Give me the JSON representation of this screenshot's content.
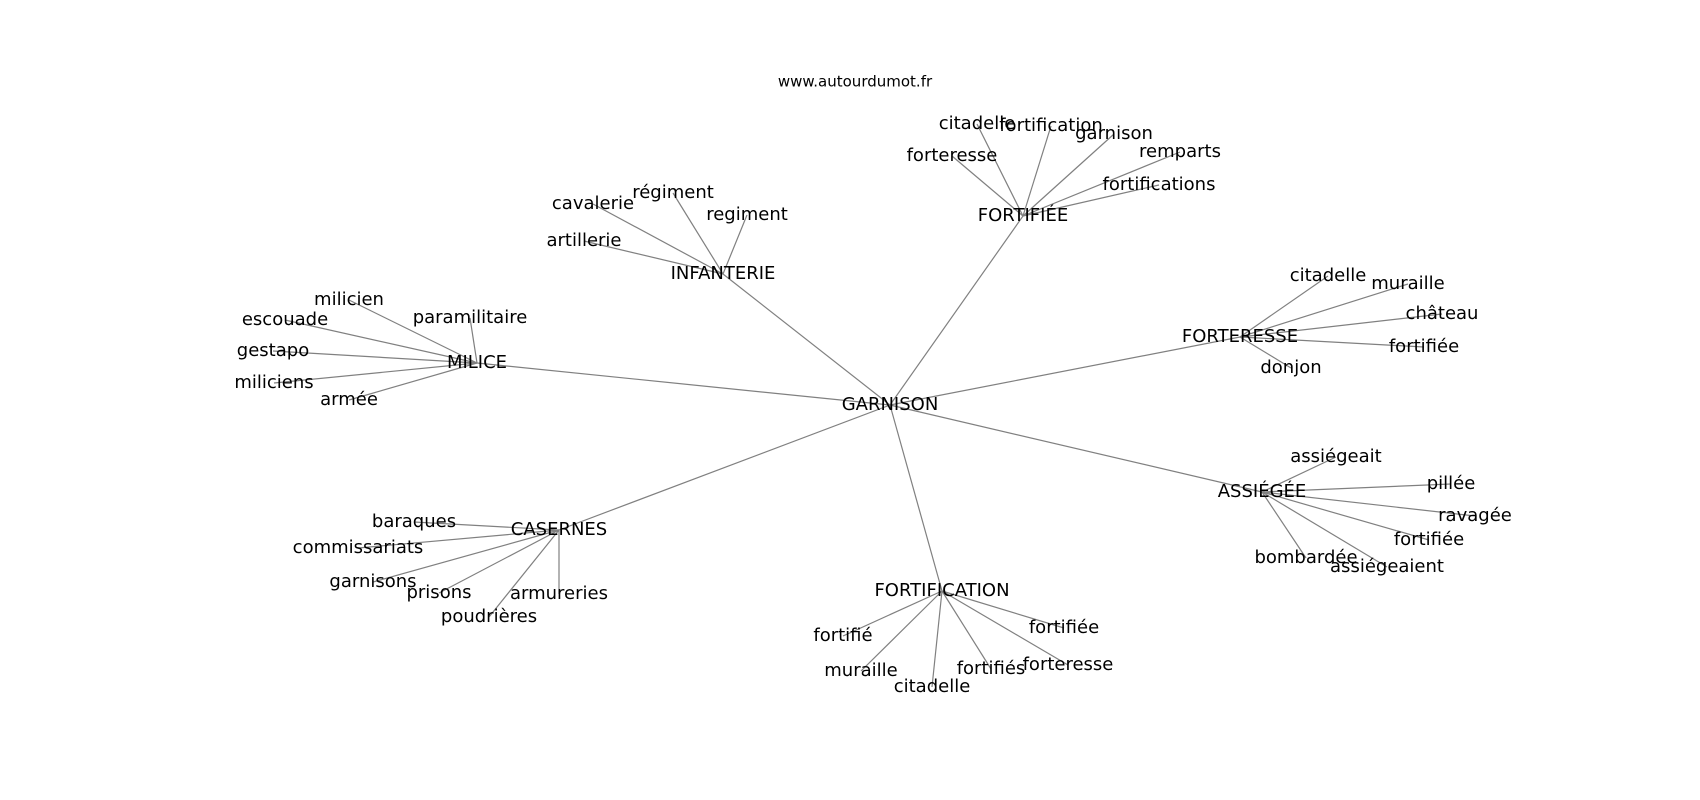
{
  "site": "www.autourdumot.fr",
  "center": "GARNISON",
  "clusters": [
    {
      "id": "fortifiee",
      "label": "FORTIFIÉE",
      "leaves": [
        "citadelle",
        "fortification",
        "garnison",
        "forteresse",
        "remparts",
        "fortifications"
      ]
    },
    {
      "id": "infanterie",
      "label": "INFANTERIE",
      "leaves": [
        "cavalerie",
        "régiment",
        "regiment",
        "artillerie"
      ]
    },
    {
      "id": "milice",
      "label": "MILICE",
      "leaves": [
        "milicien",
        "escouade",
        "paramilitaire",
        "gestapo",
        "miliciens",
        "armée"
      ]
    },
    {
      "id": "forteresse",
      "label": "FORTERESSE",
      "leaves": [
        "citadelle",
        "muraille",
        "château",
        "fortifiée",
        "donjon"
      ]
    },
    {
      "id": "assiegee",
      "label": "ASSIÉGÉE",
      "leaves": [
        "assiégeait",
        "pillée",
        "ravagée",
        "fortifiée",
        "bombardée",
        "assiégeaient"
      ]
    },
    {
      "id": "casernes",
      "label": "CASERNES",
      "leaves": [
        "baraques",
        "commissariats",
        "garnisons",
        "prisons",
        "armureries",
        "poudrières"
      ]
    },
    {
      "id": "fortification",
      "label": "FORTIFICATION",
      "leaves": [
        "fortifié",
        "fortifiée",
        "muraille",
        "citadelle",
        "fortifiés",
        "forteresse"
      ]
    }
  ]
}
